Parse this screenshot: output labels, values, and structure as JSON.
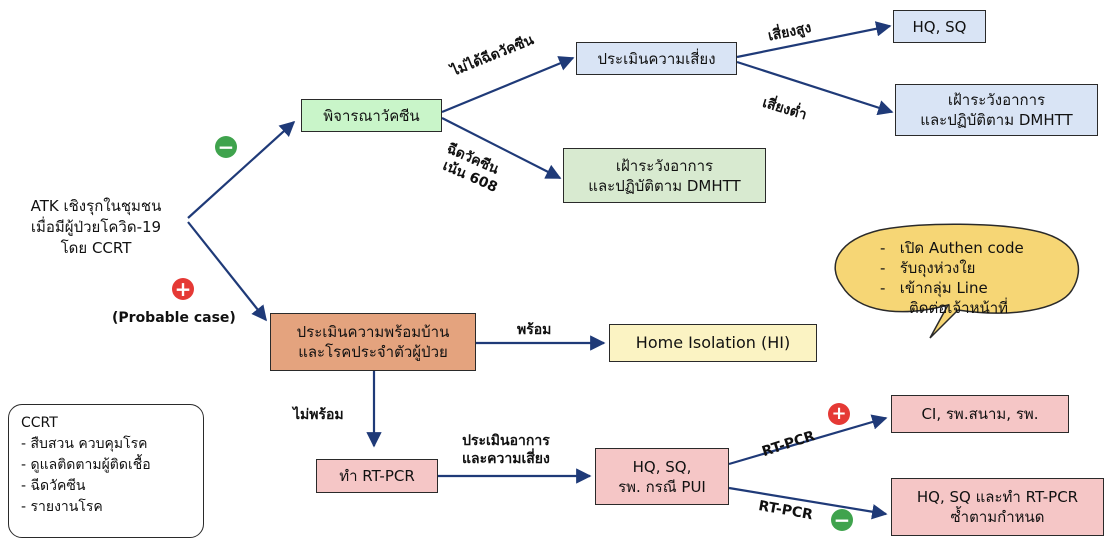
{
  "start": {
    "lines": [
      "ATK เชิงรุกในชุมชน",
      "เมื่อมีผู้ป่วยโควิด-19",
      "โดย CCRT"
    ]
  },
  "signs": {
    "negative": "−",
    "positive": "+"
  },
  "probable_case": "(Probable case)",
  "nodes": {
    "consider_vaccine": "พิจารณาวัคซีน",
    "assess_risk": "ประเมินความเสี่ยง",
    "hq_sq": "HQ, SQ",
    "watch_low": [
      "เฝ้าระวังอาการ",
      "และปฏิบัติตาม DMHTT"
    ],
    "watch_vacc": [
      "เฝ้าระวังอาการ",
      "และปฏิบัติตาม DMHTT"
    ],
    "assess_home": [
      "ประเมินความพร้อมบ้าน",
      "และโรคประจำตัวผู้ป่วย"
    ],
    "home_isolation": "Home Isolation (HI)",
    "do_rtpcr": "ทำ RT-PCR",
    "hq_sq_pui": [
      "HQ, SQ,",
      "รพ. กรณี PUI"
    ],
    "ci": "CI, รพ.สนาม, รพ.",
    "hq_sq_repeat": [
      "HQ, SQ และทำ RT-PCR",
      "ซ้ำตามกำหนด"
    ]
  },
  "bubble": {
    "items": [
      "เปิด Authen code",
      "รับถุงห่วงใย",
      "เข้ากลุ่ม Line",
      "ติดต่อเจ้าหน้าที่"
    ]
  },
  "edge_labels": {
    "not_vaccinated": "ไม่ได้ฉีดวัคซีน",
    "vaccinated": "ฉีดวัคซีน",
    "focus_608": "เน้น 608",
    "high_risk": "เสี่ยงสูง",
    "low_risk": "เสี่ยงต่ำ",
    "ready": "พร้อม",
    "not_ready": "ไม่พร้อม",
    "assess_symptoms": [
      "ประเมินอาการ",
      "และความเสี่ยง"
    ],
    "rtpcr_pos": "RT-PCR",
    "rtpcr_neg": "RT-PCR"
  },
  "legend": {
    "title": "CCRT",
    "items": [
      "สืบสวน ควบคุมโรค",
      "ดูแลติดตามผู้ติดเชื้อ",
      "ฉีดวัคซีน",
      "รายงานโรค"
    ]
  },
  "colors": {
    "arrow": "#1f3a78",
    "green_sign": "#3fa34d",
    "red_sign": "#e53935"
  }
}
